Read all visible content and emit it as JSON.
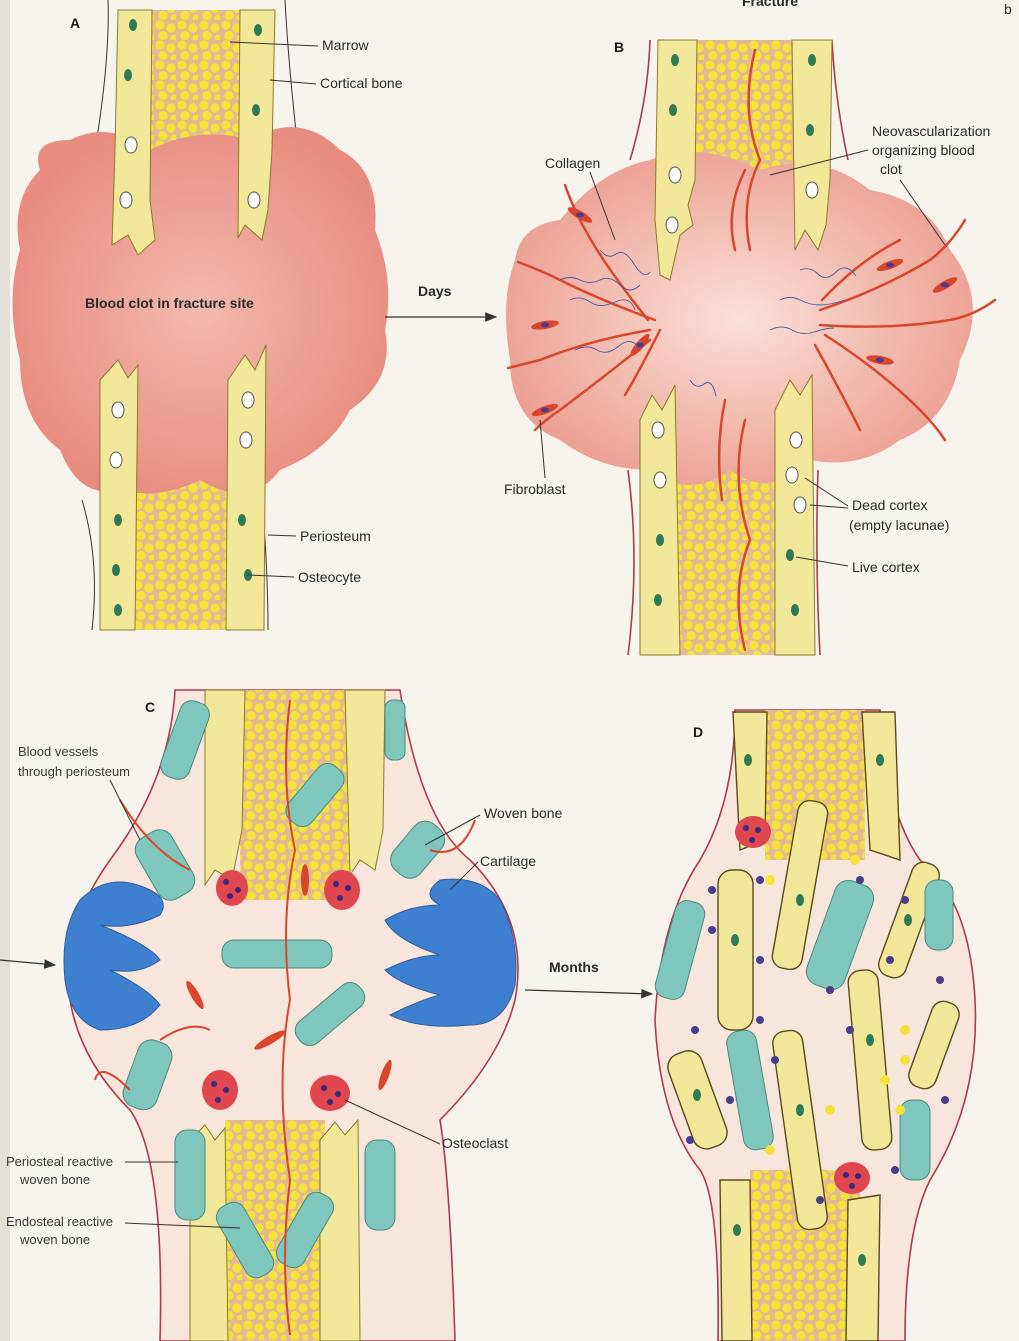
{
  "header": {
    "title_fragment": "Fracture",
    "corner_mark": "b"
  },
  "panels": {
    "A": {
      "letter": "A",
      "labels": {
        "marrow": "Marrow",
        "cortical_bone": "Cortical bone",
        "blood_clot": "Blood clot in fracture site",
        "periosteum": "Periosteum",
        "osteocyte": "Osteocyte"
      }
    },
    "B": {
      "letter": "B",
      "labels": {
        "collagen": "Collagen",
        "neovasc_1": "Neovascularization",
        "neovasc_2": "organizing blood",
        "neovasc_3": "clot",
        "fibroblast": "Fibroblast",
        "dead_cortex_1": "Dead cortex",
        "dead_cortex_2": "(empty lacunae)",
        "live_cortex": "Live cortex"
      }
    },
    "C": {
      "letter": "C",
      "labels": {
        "blood_vessels_1": "Blood vessels",
        "blood_vessels_2": "through periosteum",
        "woven_bone": "Woven bone",
        "cartilage": "Cartilage",
        "osteoclast": "Osteoclast",
        "periosteal_1": "Periosteal reactive",
        "periosteal_2": "woven bone",
        "endosteal_1": "Endosteal reactive",
        "endosteal_2": "woven bone"
      }
    },
    "D": {
      "letter": "D"
    }
  },
  "transitions": {
    "days": "Days",
    "months": "Months"
  },
  "colors": {
    "cortex": "#f3e89a",
    "cortex_edge": "#8a7a2a",
    "marrow": "#e0b890",
    "marrow_dot": "#f4e23c",
    "clot": "#e8938a",
    "clot_light": "#f2c6bd",
    "vessel": "#d9462e",
    "osteocyte": "#2d7a55",
    "woven": "#7fc6bd",
    "cartilage": "#3f7fd0",
    "osteoclast": "#e0464e",
    "callus": "#f6e6dc",
    "periosteum": "#b03a4a"
  }
}
